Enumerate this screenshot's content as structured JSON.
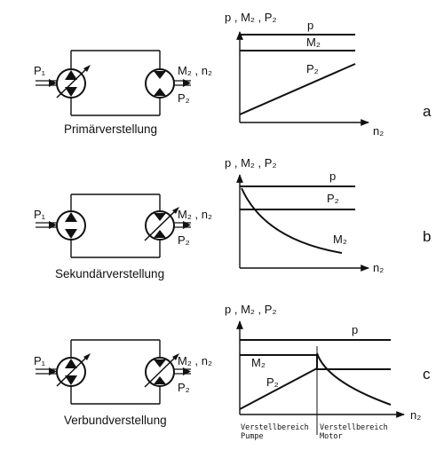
{
  "colors": {
    "ink": "#111111",
    "background": "#ffffff"
  },
  "panels": [
    {
      "id": "a",
      "letter": "a",
      "caption": "Primärverstellung",
      "pump_variable": true,
      "motor_variable": false,
      "input_label": "P₁",
      "output_label": "M₂ , n₂",
      "output_power_label": "P₂",
      "axis_y_label": "p , M₂ , P₂",
      "axis_x_label": "n₂",
      "curve_labels": {
        "p": "p",
        "m2": "M₂",
        "p2": "P₂"
      }
    },
    {
      "id": "b",
      "letter": "b",
      "caption": "Sekundärverstellung",
      "pump_variable": false,
      "motor_variable": true,
      "input_label": "P₁",
      "output_label": "M₂ , n₂",
      "output_power_label": "P₂",
      "axis_y_label": "p , M₂ , P₂",
      "axis_x_label": "n₂",
      "curve_labels": {
        "p": "p",
        "p2": "P₂",
        "m2": "M₂"
      }
    },
    {
      "id": "c",
      "letter": "c",
      "caption": "Verbundverstellung",
      "pump_variable": true,
      "motor_variable": true,
      "input_label": "P₁",
      "output_label": "M₂ , n₂",
      "output_power_label": "P₂",
      "axis_y_label": "p , M₂ , P₂",
      "axis_x_label": "n₂",
      "curve_labels": {
        "p": "p",
        "m2": "M₂",
        "p2": "P₂"
      },
      "region_labels": {
        "pump_line1": "Verstellbereich",
        "pump_line2": "Pumpe",
        "motor_line1": "Verstellbereich",
        "motor_line2": "Motor"
      }
    }
  ]
}
